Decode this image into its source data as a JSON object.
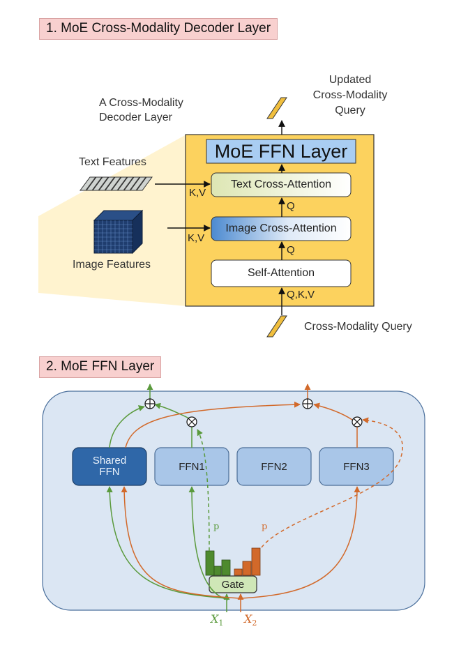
{
  "section1": {
    "title": "1. MoE Cross-Modality Decoder Layer",
    "decoder_layer_label_line1": "A Cross-Modality",
    "decoder_layer_label_line2": "Decoder Layer",
    "updated_query_line1": "Updated",
    "updated_query_line2": "Cross-Modality",
    "updated_query_line3": "Query",
    "text_features": "Text Features",
    "image_features": "Image Features",
    "cross_modality_query": "Cross-Modality Query",
    "moe_ffn_layer": "MoE FFN Layer",
    "text_cross_attention": "Text Cross-Attention",
    "image_cross_attention": "Image Cross-Attention",
    "self_attention": "Self-Attention",
    "kv_text": "K,V",
    "kv_image": "K,V",
    "q1": "Q",
    "q2": "Q",
    "qkv": "Q,K,V"
  },
  "section2": {
    "title": "2. MoE FFN Layer",
    "shared_ffn_line1": "Shared",
    "shared_ffn_line2": "FFN",
    "ffn1": "FFN1",
    "ffn2": "FFN2",
    "ffn3": "FFN3",
    "gate": "Gate",
    "p_green": "p",
    "p_orange": "p",
    "x1": "X",
    "x1_sub": "1",
    "x2": "X",
    "x2_sub": "2"
  },
  "colors": {
    "green": "#5a9a3c",
    "orange": "#d2692a",
    "decoder_bg": "#fcd25e",
    "panel_bg": "#dbe6f3",
    "ffn_light": "#a9c6e8",
    "ffn_dark": "#3b6faf",
    "title_bg": "#f8d0cf"
  }
}
